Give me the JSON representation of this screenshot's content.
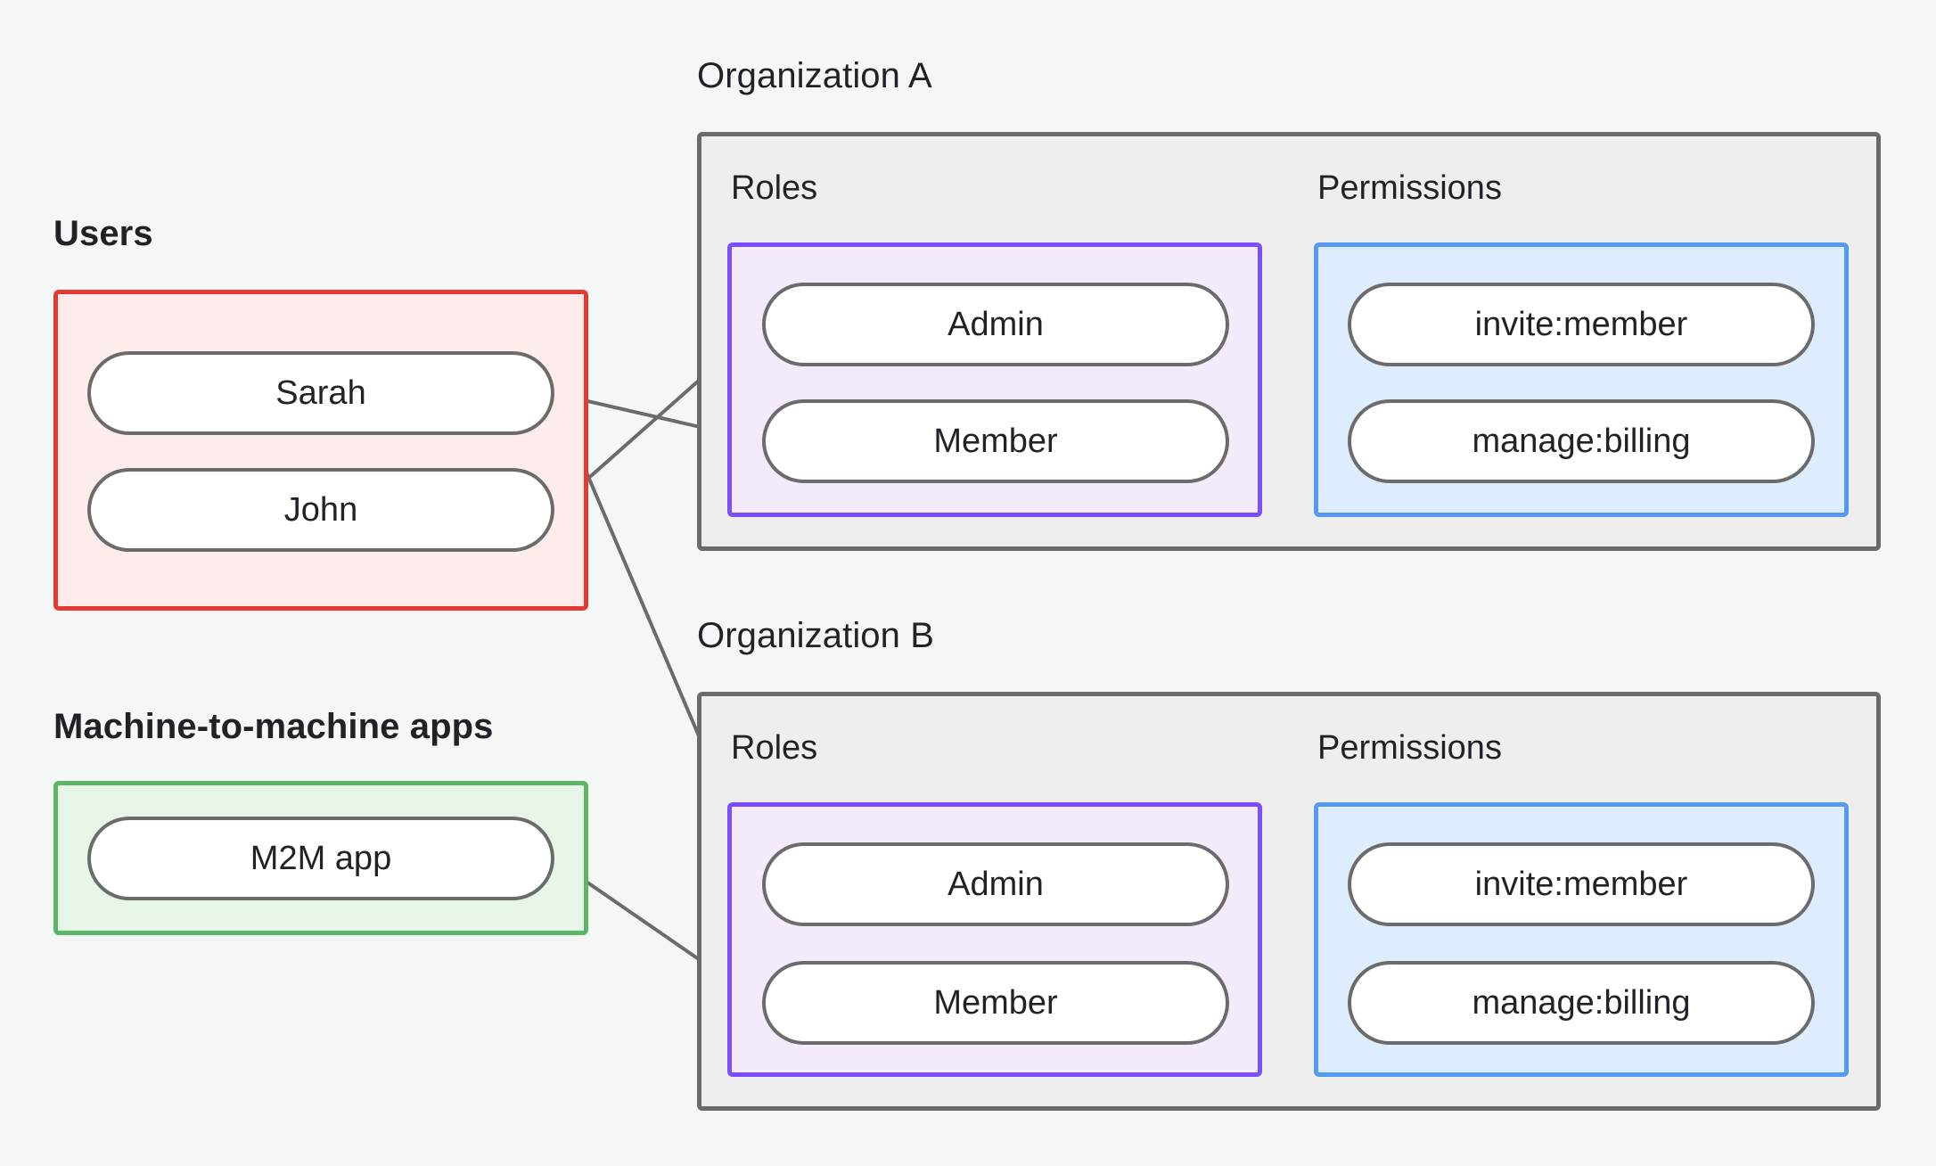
{
  "diagram": {
    "title_visible": false,
    "background_color": "#f5f7f6"
  },
  "sections": {
    "users": {
      "caption": "Users",
      "border_color": "#e53935",
      "fill_color": "#fdeceb",
      "nodes": [
        {
          "label": "Sarah"
        },
        {
          "label": "John"
        }
      ]
    },
    "m2m": {
      "caption": "Machine-to-machine apps",
      "border_color": "#5ab765",
      "fill_color": "#e8f6e9",
      "nodes": [
        {
          "label": "M2M app"
        }
      ]
    }
  },
  "organizations": [
    {
      "caption": "Organization A",
      "border_color": "#6b6b6b",
      "fill_color": "#eeeeee",
      "roles": {
        "label": "Roles",
        "border_color": "#7c4dff",
        "fill_color": "#f3ebfc",
        "nodes": [
          {
            "label": "Admin"
          },
          {
            "label": "Member"
          }
        ]
      },
      "permissions": {
        "label": "Permissions",
        "border_color": "#5599f0",
        "fill_color": "#ddedfd",
        "nodes": [
          {
            "label": "invite:member"
          },
          {
            "label": "manage:billing"
          }
        ]
      }
    },
    {
      "caption": "Organization B",
      "border_color": "#6b6b6b",
      "fill_color": "#eeeeee",
      "roles": {
        "label": "Roles",
        "border_color": "#7c4dff",
        "fill_color": "#f3ebfc",
        "nodes": [
          {
            "label": "Admin"
          },
          {
            "label": "Member"
          }
        ]
      },
      "permissions": {
        "label": "Permissions",
        "border_color": "#5599f0",
        "fill_color": "#ddedfd",
        "nodes": [
          {
            "label": "invite:member"
          },
          {
            "label": "manage:billing"
          }
        ]
      }
    }
  ],
  "connections": [
    {
      "from": "Sarah",
      "to": "Organization A / Member"
    },
    {
      "from": "Sarah",
      "to": "Organization B / Admin"
    },
    {
      "from": "John",
      "to": "Organization A / Admin"
    },
    {
      "from": "M2M app",
      "to": "Organization B / Member"
    },
    {
      "from": "Organization A / Admin",
      "to": "Organization A / invite:member"
    },
    {
      "from": "Organization A / Admin",
      "to": "Organization A / manage:billing"
    },
    {
      "from": "Organization A / Member",
      "to": "Organization A / manage:billing"
    },
    {
      "from": "Organization B / Admin",
      "to": "Organization B / invite:member"
    },
    {
      "from": "Organization B / Admin",
      "to": "Organization B / manage:billing"
    },
    {
      "from": "Organization B / Member",
      "to": "Organization B / manage:billing"
    }
  ],
  "colors": {
    "line": "#6b6b6b",
    "node_border": "#6b6b6b",
    "node_fill": "#ffffff",
    "text": "#1f2328"
  }
}
